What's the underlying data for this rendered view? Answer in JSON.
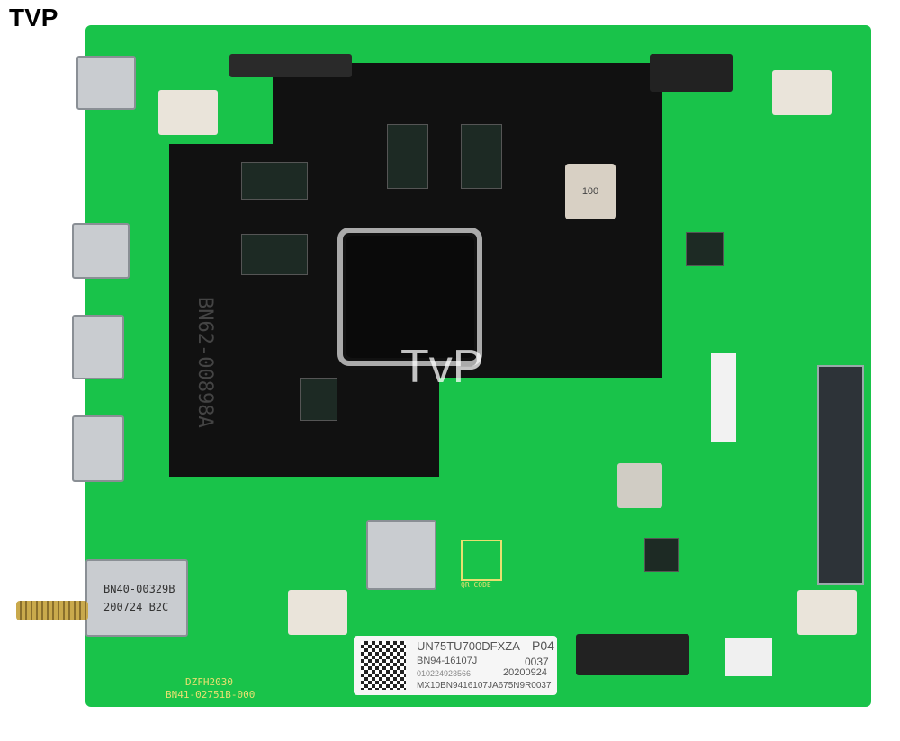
{
  "watermark_corner": "TVP",
  "watermark_center": "TvP",
  "board": {
    "shield_marking": "BN62-00898A",
    "silkscreen": [
      "DZFH2030",
      "BN41-02751B-000",
      "QR CODE"
    ],
    "inductor_marking": "100",
    "tuner_marking": [
      "BN40-00329B",
      "200724 B2C"
    ],
    "label": {
      "model": "UN75TU700DFXZA",
      "version": "P04",
      "part": "BN94-16107J",
      "seq": "0037",
      "code": "010224923566",
      "date": "20200924",
      "serial": "MX10BN9416107JA675N9R0037"
    },
    "colors": {
      "pcb": "#19c34a",
      "shield": "#111111",
      "silk": "#e8e070"
    }
  }
}
